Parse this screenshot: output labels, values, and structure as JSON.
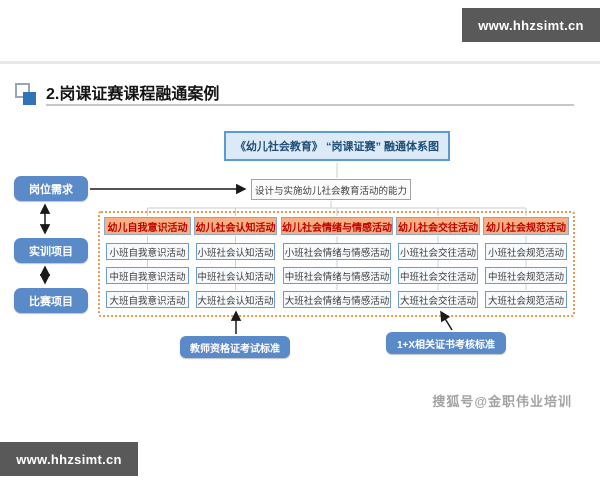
{
  "page": {
    "top_banner": "www.hhzsimt.cn",
    "bottom_banner": "www.hhzsimt.cn",
    "watermark": "搜狐号@金职伟业培训"
  },
  "header": {
    "title": "2.岗课证赛课程融通案例"
  },
  "diagram": {
    "title": "《幼儿社会教育》 “岗课证赛” 融通体系图",
    "ability": "设计与实施幼儿社会教育活动的能力",
    "left_labels": [
      "岗位需求",
      "实训项目",
      "比赛项目"
    ],
    "columns": [
      {
        "header": "幼儿自我意识活动",
        "items": [
          "小班自我意识活动",
          "中班自我意识活动",
          "大班自我意识活动"
        ]
      },
      {
        "header": "幼儿社会认知活动",
        "items": [
          "小班社会认知活动",
          "中班社会认知活动",
          "大班社会认知活动"
        ]
      },
      {
        "header": "幼儿社会情绪与情感活动",
        "items": [
          "小班社会情绪与情感活动",
          "中班社会情绪与情感活动",
          "大班社会情绪与情感活动"
        ]
      },
      {
        "header": "幼儿社会交往活动",
        "items": [
          "小班社会交往活动",
          "中班社会交往活动",
          "大班社会交往活动"
        ]
      },
      {
        "header": "幼儿社会规范活动",
        "items": [
          "小班社会规范活动",
          "中班社会规范活动",
          "大班社会规范活动"
        ]
      }
    ],
    "standards": [
      "教师资格证考试标准",
      "1+X相关证书考核标准"
    ]
  },
  "colors": {
    "banner_bg": "#595959",
    "node_blue": "#5B8AC9",
    "header_orange": "#F5B183",
    "header_text_red": "#C00000",
    "blue_border": "#5B9BD5",
    "title_box_bg": "#DCE9F7",
    "title_box_text": "#1F4E79",
    "dashed_border": "#E59A52"
  }
}
